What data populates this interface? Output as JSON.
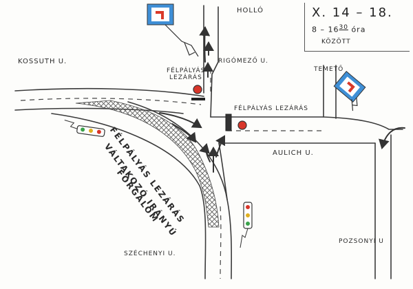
{
  "streets": {
    "hollo": "HOLLÓ",
    "kossuth": "KOSSUTH U.",
    "rigomezo": "RIGÓMEZŐ U.",
    "temeto": "TEMETŐ",
    "aulich": "AULICH U.",
    "szechenyi": "SZÉCHENYI U.",
    "pozsonyi": "POZSONYI U"
  },
  "notes": {
    "date": "X. 14 – 18.",
    "time_from": "8 – 16",
    "time_min": "30",
    "time_unit": "óra",
    "between": "KÖZÖTT"
  },
  "closures": {
    "north_line1": "FÉLPÁLYÁS",
    "north_line2": "LEZÁRÁS",
    "east": "FÉLPÁLYÁS LEZÁRÁS"
  },
  "diagonal_text": {
    "line1": "FÉLPÁLYÁS LEZÁRÁS",
    "line2": "VÁLTAKOZÓ IRÁNYÚ",
    "line3": "FORGALOM"
  },
  "colors": {
    "ink": "#333333",
    "sign_blue": "#3f8fd6",
    "sign_red": "#d93a2b",
    "light_red": "#d8362a",
    "light_yellow": "#e0b020",
    "light_green": "#3aa24a"
  },
  "icons": [
    "no-entry-sign-icon",
    "traffic-light-icon",
    "arrow-icon"
  ]
}
